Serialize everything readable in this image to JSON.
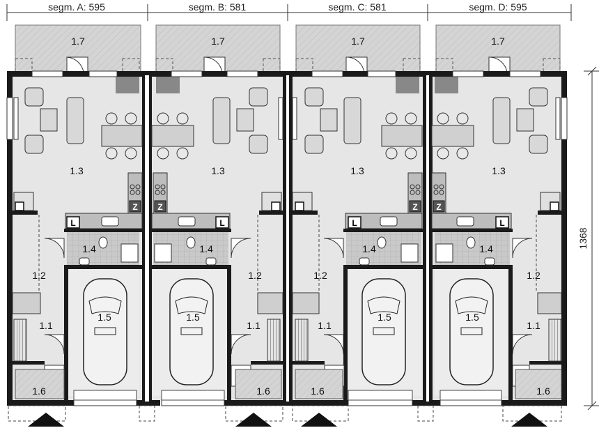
{
  "segments": [
    {
      "label": "segm. A:",
      "width": "595"
    },
    {
      "label": "segm. B:",
      "width": "581"
    },
    {
      "label": "segm. C:",
      "width": "581"
    },
    {
      "label": "segm. D:",
      "width": "595"
    }
  ],
  "depth_dimension": "1368",
  "rooms": {
    "terrace": "1.7",
    "living": "1.3",
    "bathroom": "1.4",
    "hall": "1.2",
    "entrance": "1.1",
    "garage": "1.5",
    "porch": "1.6"
  },
  "fixtures": {
    "laundry": "L",
    "fridge": "Z"
  }
}
